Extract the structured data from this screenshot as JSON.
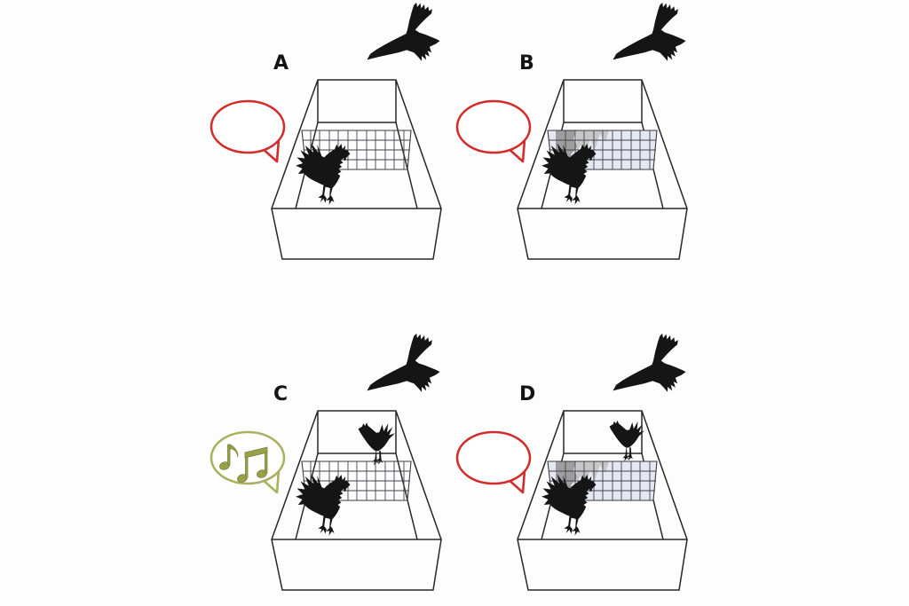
{
  "figure": {
    "background_color": "#fdfdfd",
    "palette": {
      "outline": "#262626",
      "silhouette": "#151515",
      "grid_line": "#42424c",
      "speech_red": "#d22d2d",
      "speech_olive": "#aab05e",
      "note_olive": "#99a04a",
      "screen_tint": "#e4e8f1",
      "screen_shadow_dark": "#9e9e9e",
      "screen_shadow_light": "#c6c6c6"
    },
    "panels": [
      {
        "label": "A",
        "predator_icon": "eagle-flying-silhouette",
        "caller_icon": "rooster-silhouette",
        "audience_icon": "none",
        "partition": "wire-mesh",
        "speech_bubble": {
          "style": "empty",
          "color": "#d22d2d"
        }
      },
      {
        "label": "B",
        "predator_icon": "eagle-flying-silhouette",
        "caller_icon": "rooster-silhouette",
        "audience_icon": "grey-shadow-behind-screen",
        "partition": "tinted-screen",
        "speech_bubble": {
          "style": "empty",
          "color": "#d22d2d"
        }
      },
      {
        "label": "C",
        "predator_icon": "eagle-flying-silhouette",
        "caller_icon": "rooster-silhouette",
        "audience_icon": "hen-silhouette",
        "partition": "wire-mesh",
        "speech_bubble": {
          "style": "music-notes",
          "color": "#aab05e",
          "notes_icon": "eighth-note-and-beamed-notes"
        }
      },
      {
        "label": "D",
        "predator_icon": "eagle-flying-silhouette",
        "caller_icon": "rooster-silhouette",
        "audience_icon": "hen-silhouette",
        "partition": "tinted-screen",
        "speech_bubble": {
          "style": "empty",
          "color": "#d22d2d"
        }
      }
    ]
  }
}
